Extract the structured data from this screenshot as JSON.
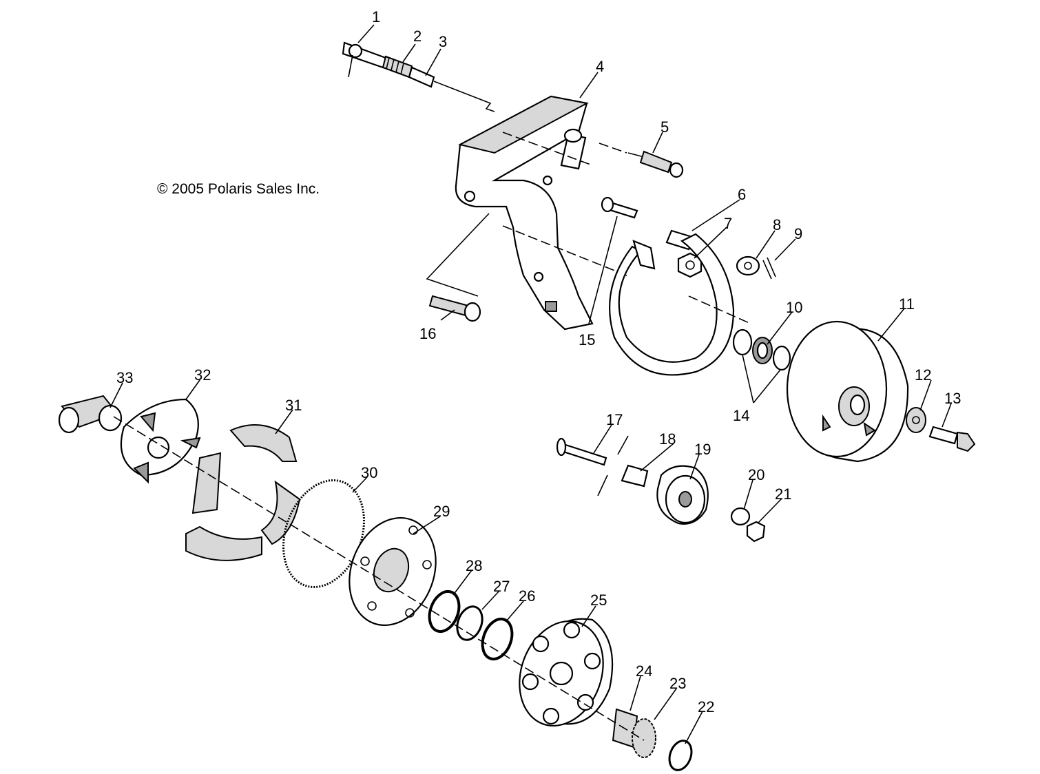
{
  "copyright": "© 2005 Polaris Sales Inc.",
  "callouts": [
    "1",
    "2",
    "3",
    "4",
    "5",
    "6",
    "7",
    "8",
    "9",
    "10",
    "11",
    "12",
    "13",
    "14",
    "15",
    "16",
    "17",
    "18",
    "19",
    "20",
    "21",
    "22",
    "23",
    "24",
    "25",
    "26",
    "27",
    "28",
    "29",
    "30",
    "31",
    "32",
    "33"
  ]
}
